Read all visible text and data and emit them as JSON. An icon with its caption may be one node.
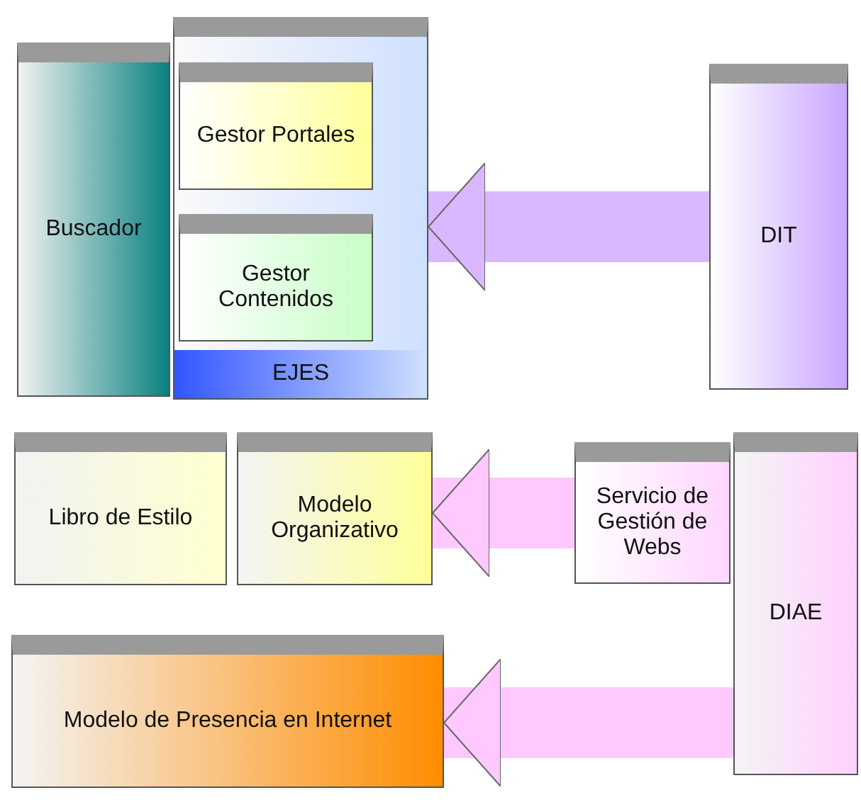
{
  "diagram": {
    "nodes": [
      {
        "text": [
          "Buscador"
        ]
      },
      {
        "text": [
          "EJES"
        ]
      },
      {
        "text": [
          "Gestor Portales"
        ],
        "in": 1
      },
      {
        "text": [
          "Gestor Contenidos"
        ],
        "in": 1
      },
      {
        "text": [
          "DIT"
        ]
      },
      {
        "text": [
          "Libro de Estilo"
        ]
      },
      {
        "text": [
          "Modelo Organizativo"
        ]
      },
      {
        "text": [
          "Servicio de Gestión de Webs"
        ]
      },
      {
        "text": [
          "DIAE"
        ]
      },
      {
        "text": [
          "Modelo de Presencia en Internet"
        ]
      }
    ],
    "edges": [
      {
        "from": 4,
        "to": 1,
        "arrow": "to"
      },
      {
        "from": 7,
        "to": 6,
        "arrow": "to"
      },
      {
        "from": 8,
        "to": 9,
        "arrow": "to"
      }
    ]
  }
}
